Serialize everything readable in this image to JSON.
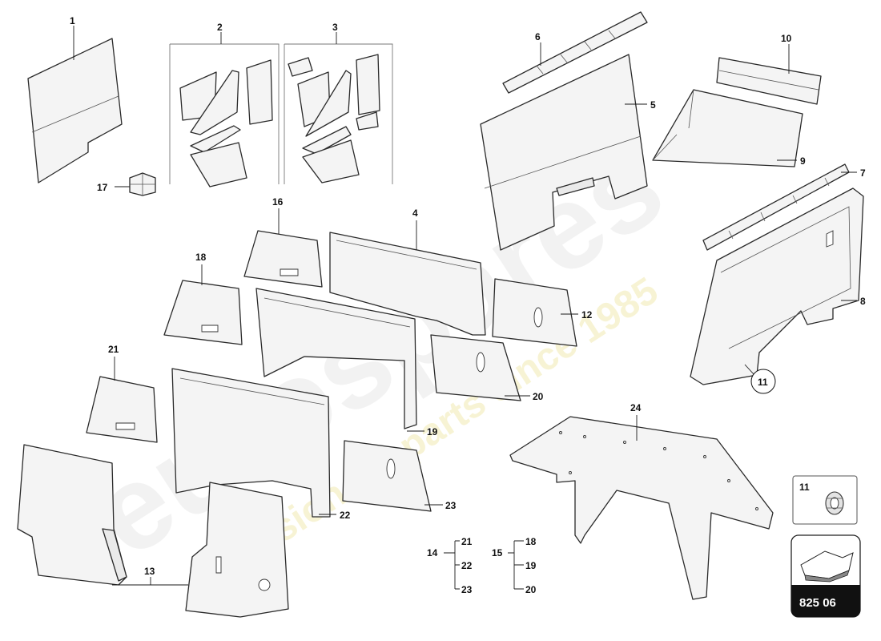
{
  "watermark": {
    "brand": "eurospares",
    "tagline": "a passion for parts since 1985"
  },
  "callouts": {
    "p1": "1",
    "p2": "2",
    "p3": "3",
    "p4": "4",
    "p5": "5",
    "p6": "6",
    "p7": "7",
    "p8": "8",
    "p9": "9",
    "p10": "10",
    "p11": "11",
    "p12": "12",
    "p13": "13",
    "p14": "14",
    "p15": "15",
    "p16": "16",
    "p17": "17",
    "p18": "18",
    "p19": "19",
    "p20": "20",
    "p21": "21",
    "p22": "22",
    "p23": "23",
    "p24": "24"
  },
  "groups": {
    "g14": {
      "label": "14",
      "items": [
        "21",
        "22",
        "23"
      ]
    },
    "g15": {
      "label": "15",
      "items": [
        "18",
        "19",
        "20"
      ]
    }
  },
  "inset": {
    "label": "11"
  },
  "reference": {
    "code": "825 06"
  }
}
